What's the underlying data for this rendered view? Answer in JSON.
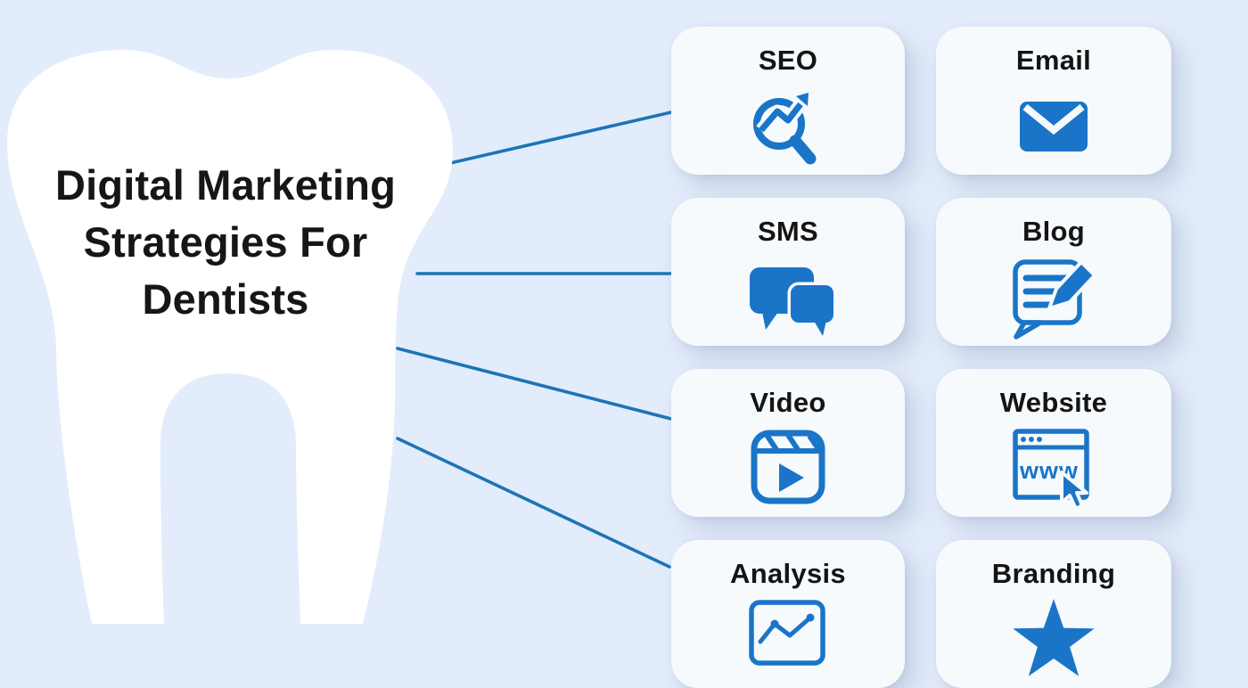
{
  "title": {
    "line1": "Digital Marketing",
    "line2": "Strategies For",
    "line3": "Dentists"
  },
  "cards": [
    {
      "label": "SEO",
      "icon": "seo-magnifier-growth-icon"
    },
    {
      "label": "Email",
      "icon": "email-envelope-icon"
    },
    {
      "label": "SMS",
      "icon": "sms-chat-bubbles-icon"
    },
    {
      "label": "Blog",
      "icon": "blog-post-pencil-icon"
    },
    {
      "label": "Video",
      "icon": "video-reels-play-icon"
    },
    {
      "label": "Website",
      "icon": "website-browser-cursor-icon"
    },
    {
      "label": "Analysis",
      "icon": "analysis-line-chart-icon"
    },
    {
      "label": "Branding",
      "icon": "branding-star-icon"
    }
  ],
  "website_card": {
    "browser_text": "www"
  },
  "colors": {
    "background": "#e3ecfb",
    "card_surface": "#f7fafd",
    "icon_blue": "#1a75c8",
    "connector_blue": "#1e74b5",
    "tooth_white": "#ffffff",
    "text_black": "#161616"
  }
}
